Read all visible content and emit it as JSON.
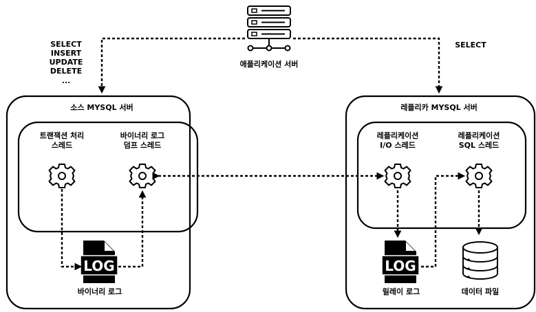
{
  "app_server": {
    "label": "애플리케이션 서버",
    "icon": "server-rack-icon"
  },
  "queries_left": [
    "SELECT",
    "INSERT",
    "UPDATE",
    "DELETE",
    "..."
  ],
  "query_right": "SELECT",
  "source": {
    "title": "소스 MYSQL 서버",
    "thread_1": [
      "트랜잭션 처리",
      "스레드"
    ],
    "thread_2": [
      "바이너리 로그",
      "덤프 스레드"
    ],
    "log_badge": "LOG",
    "log_label": "바이너리 로그"
  },
  "replica": {
    "title": "레플리카 MYSQL 서버",
    "thread_1": [
      "레플리케이션",
      "I/O 스레드"
    ],
    "thread_2": [
      "레플리케이션",
      "SQL 스레드"
    ],
    "log_badge": "LOG",
    "log_label": "릴레이 로그",
    "db_label": "데이터 파일"
  },
  "colors": {
    "stroke": "#000000",
    "background": "#ffffff"
  }
}
